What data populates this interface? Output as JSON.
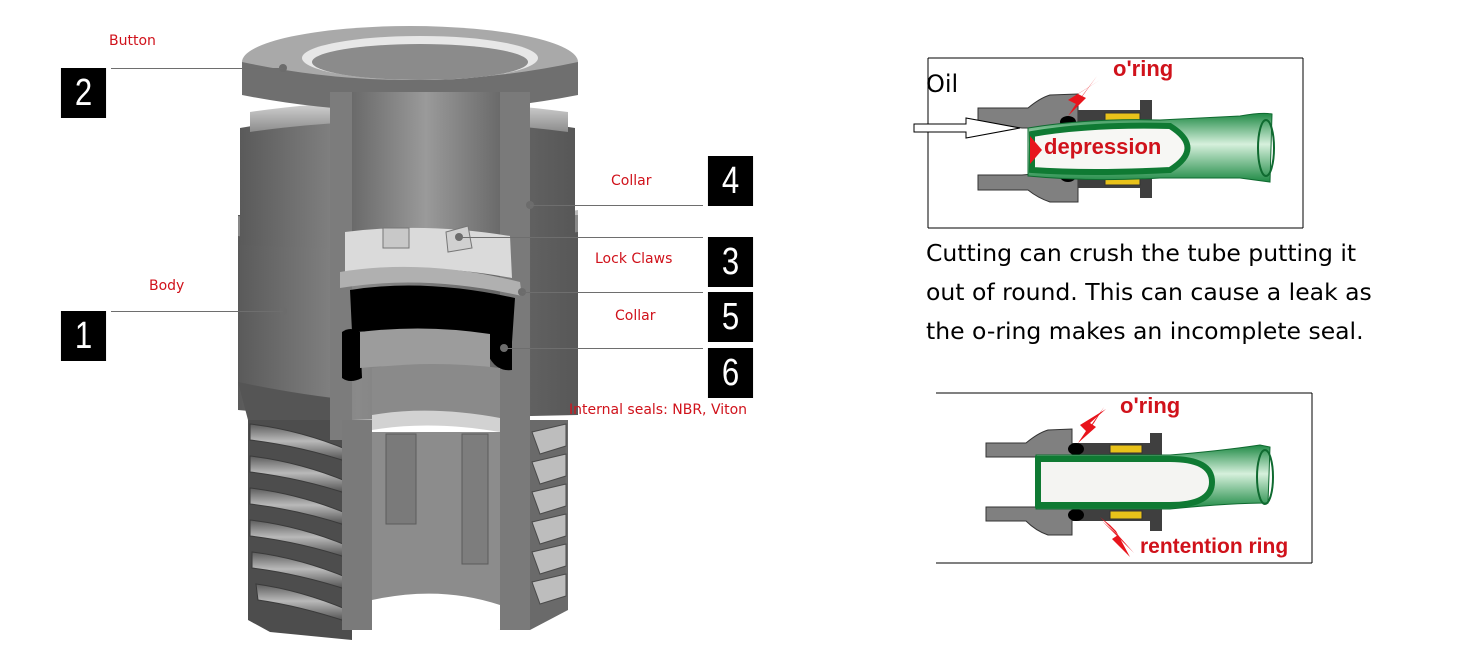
{
  "fitting_cutaway": {
    "callouts": [
      {
        "number": "2",
        "label": "Button"
      },
      {
        "number": "1",
        "label": "Body"
      },
      {
        "number": "4",
        "label": "Collar"
      },
      {
        "number": "3",
        "label": "Lock Claws"
      },
      {
        "number": "5",
        "label": "Collar"
      },
      {
        "number": "6",
        "label": "Internal seals: NBR, Viton"
      }
    ]
  },
  "diagram_bad": {
    "flow_label": "Oil",
    "oring_label": "o'ring",
    "depression_label": "depression"
  },
  "caption": {
    "lines": [
      "Cutting can crush the tube putting it",
      "out of round. This can cause a leak as",
      "the o-ring makes an incomplete seal."
    ]
  },
  "diagram_good": {
    "oring_label": "o'ring",
    "retention_label": "rentention ring"
  },
  "colors": {
    "label_red": "#d0121b",
    "arrow_red": "#e8141c",
    "tube_green": "#2f9a4f",
    "tube_dark_green": "#0f7a33",
    "fitting_grey": "#7a7a7a",
    "brass": "#e9c21a"
  }
}
